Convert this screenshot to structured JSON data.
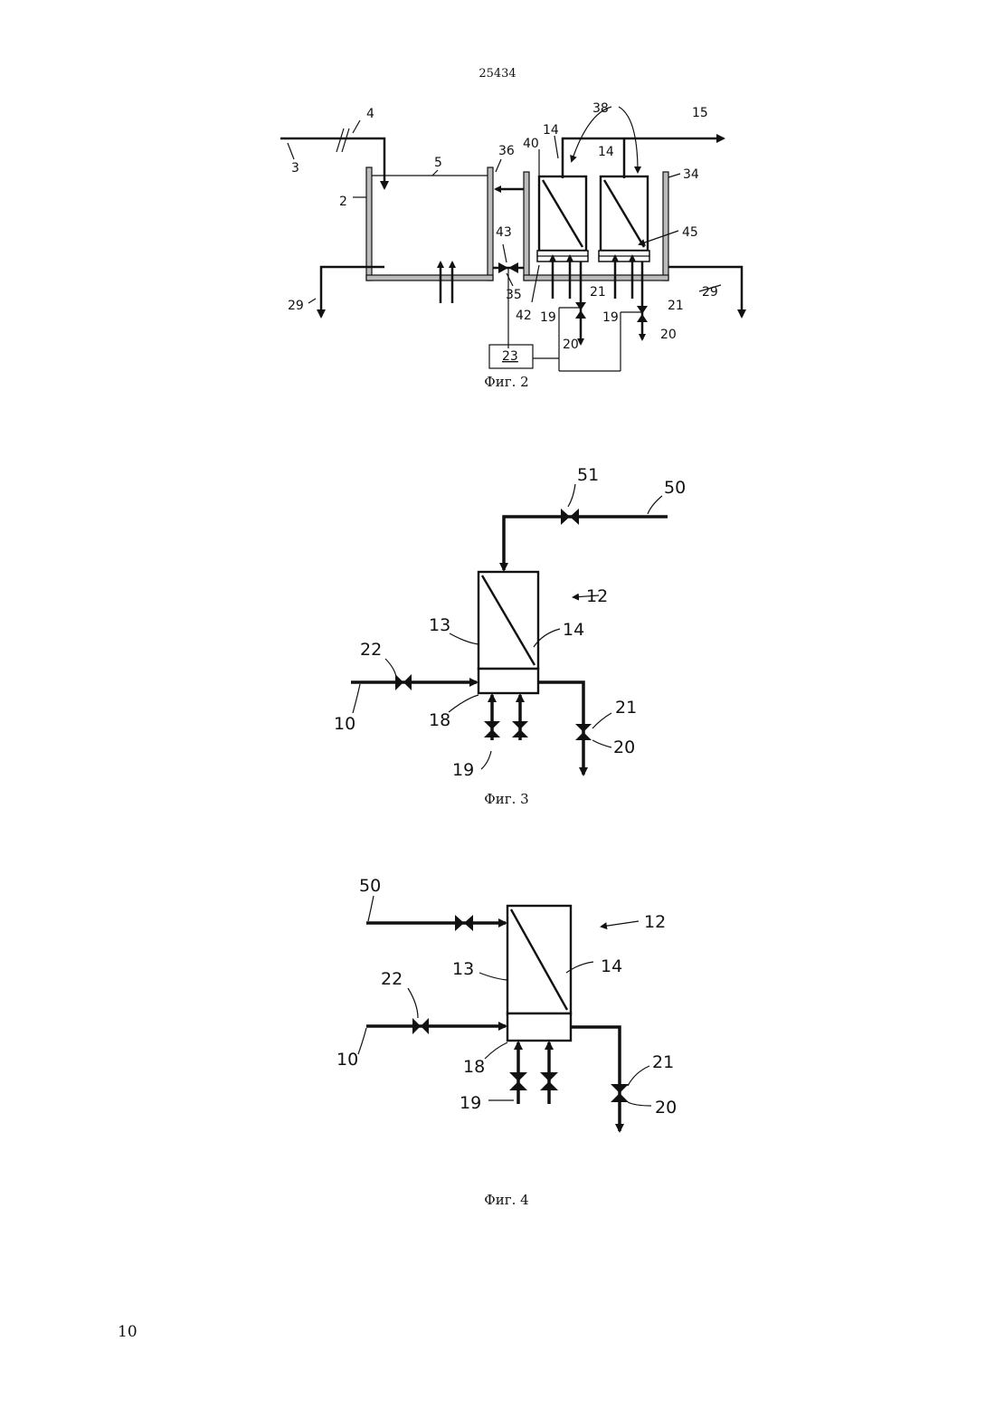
{
  "header": {
    "doc_number": "25434"
  },
  "footer": {
    "page_number": "10"
  },
  "figures": [
    {
      "caption": "Фиг. 2",
      "labels": [
        "2",
        "3",
        "4",
        "5",
        "14",
        "14",
        "15",
        "19",
        "19",
        "20",
        "20",
        "21",
        "21",
        "23",
        "29",
        "29",
        "34",
        "35",
        "36",
        "38",
        "40",
        "42",
        "43",
        "45"
      ]
    },
    {
      "caption": "Фиг. 3",
      "labels": [
        "10",
        "12",
        "13",
        "14",
        "18",
        "19",
        "20",
        "21",
        "22",
        "50",
        "51"
      ]
    },
    {
      "caption": "Фиг. 4",
      "labels": [
        "10",
        "12",
        "13",
        "14",
        "18",
        "19",
        "20",
        "21",
        "22",
        "50"
      ]
    }
  ]
}
